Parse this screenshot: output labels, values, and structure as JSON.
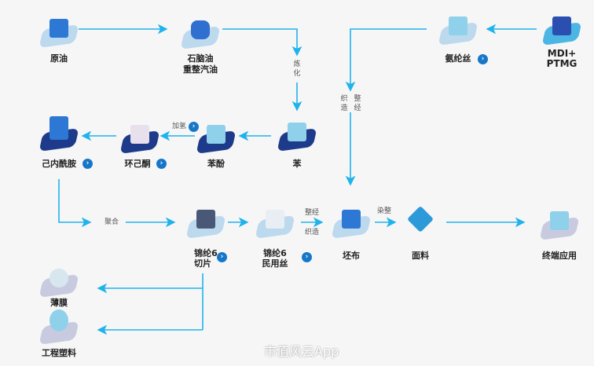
{
  "nodes": {
    "crude_oil": "原油",
    "naphtha_1": "石脑油",
    "naphtha_2": "重整汽油",
    "benzene": "苯",
    "phenol": "苯酚",
    "cyclohexanone": "环己酮",
    "caprolactam": "己内酰胺",
    "pa6_chip_1": "锦纶6",
    "pa6_chip_2": "切片",
    "pa6_yarn_1": "锦纶6",
    "pa6_yarn_2": "民用丝",
    "greige": "坯布",
    "fabric": "面料",
    "end_use": "终端应用",
    "spandex": "氨纶丝",
    "mdi_1": "MDI+",
    "mdi_2": "PTMG",
    "film": "薄膜",
    "plastics": "工程塑料"
  },
  "edges": {
    "refining": "炼化",
    "hydrogenation": "加氢",
    "polymerization": "聚合",
    "warping_1": "整经",
    "weaving_1": "织造",
    "dyeing": "染整",
    "weaving_2": "织造",
    "warping_2": "整经"
  },
  "more_icon": "›",
  "watermark": "市值风云App",
  "colors": {
    "arrow": "#1fb3ec",
    "badge": "#1677c9"
  }
}
